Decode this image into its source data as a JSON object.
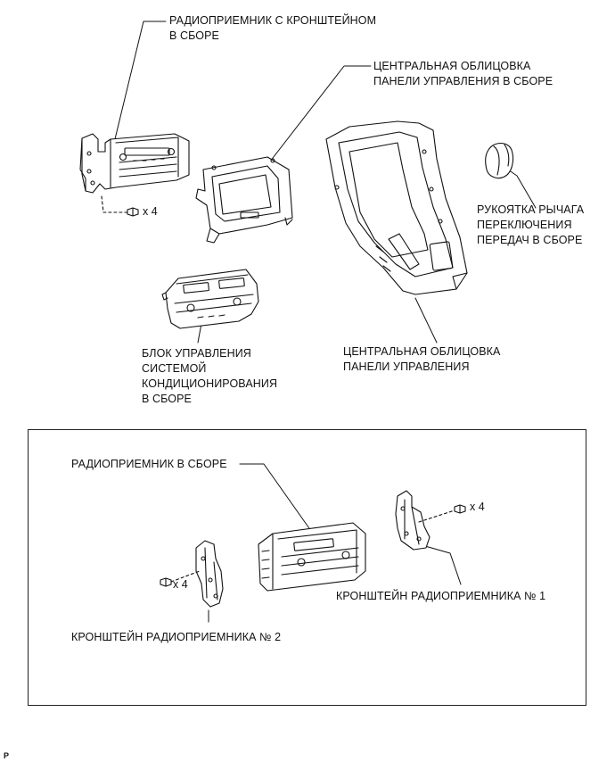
{
  "labels": {
    "radio_bracket_assy": "РАДИОПРИЕМНИК С КРОНШТЕЙНОМ\nВ СБОРЕ",
    "center_bezel_assy": "ЦЕНТРАЛЬНАЯ ОБЛИЦОВКА\nПАНЕЛИ УПРАВЛЕНИЯ В СБОРЕ",
    "shift_knob": "РУКОЯТКА РЫЧАГА\nПЕРЕКЛЮЧЕНИЯ\nПЕРЕДАЧ В СБОРЕ",
    "ac_control": "БЛОК УПРАВЛЕНИЯ\nСИСТЕМОЙ\nКОНДИЦИОНИРОВАНИЯ\nВ СБОРЕ",
    "center_panel": "ЦЕНТРАЛЬНАЯ ОБЛИЦОВКА\nПАНЕЛИ УПРАВЛЕНИЯ",
    "radio_assy": "РАДИОПРИЕМНИК В СБОРЕ",
    "bracket_1": "КРОНШТЕЙН РАДИОПРИЕМНИКА № 1",
    "bracket_2": "КРОНШТЕЙН РАДИОПРИЕМНИКА № 2"
  },
  "quantities": {
    "screws_top": "x 4",
    "screws_bracket1": "x 4",
    "screws_bracket2": "x 4"
  },
  "figure_code": "P"
}
